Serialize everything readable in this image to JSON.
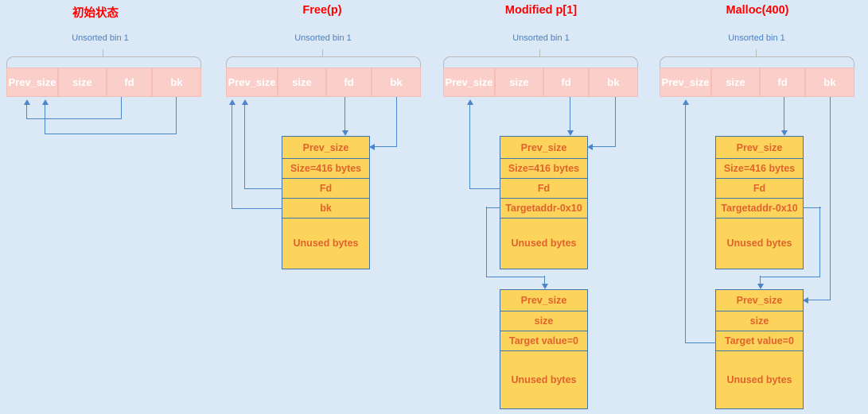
{
  "page": {
    "background": "#dbe8f5",
    "accent_pink": "#fbcfc9",
    "accent_yellow": "#fcd45c",
    "accent_blue": "#4a86c8",
    "title_color": "#ff0000",
    "chunk_text_color": "#e0622c"
  },
  "columns": [
    {
      "title": "初始状态",
      "bin_label": "Unsorted bin 1",
      "bin_cells": [
        "Prev_size",
        "size",
        "fd",
        "bk"
      ],
      "chunks": []
    },
    {
      "title": "Free(p)",
      "bin_label": "Unsorted bin 1",
      "bin_cells": [
        "Prev_size",
        "size",
        "fd",
        "bk"
      ],
      "chunks": [
        {
          "rows": [
            "Prev_size",
            "Size=416 bytes",
            "Fd",
            "bk",
            "Unused bytes"
          ]
        }
      ]
    },
    {
      "title": "Modified p[1]",
      "bin_label": "Unsorted bin 1",
      "bin_cells": [
        "Prev_size",
        "size",
        "fd",
        "bk"
      ],
      "chunks": [
        {
          "rows": [
            "Prev_size",
            "Size=416 bytes",
            "Fd",
            "Targetaddr-0x10",
            "Unused bytes"
          ]
        },
        {
          "rows": [
            "Prev_size",
            "size",
            "Target value=0",
            "Unused bytes"
          ]
        }
      ]
    },
    {
      "title": "Malloc(400)",
      "bin_label": "Unsorted bin 1",
      "bin_cells": [
        "Prev_size",
        "size",
        "fd",
        "bk"
      ],
      "chunks": [
        {
          "rows": [
            "Prev_size",
            "Size=416 bytes",
            "Fd",
            "Targetaddr-0x10",
            "Unused bytes"
          ]
        },
        {
          "rows": [
            "Prev_size",
            "size",
            "Target value=0",
            "Unused bytes"
          ]
        }
      ]
    }
  ]
}
